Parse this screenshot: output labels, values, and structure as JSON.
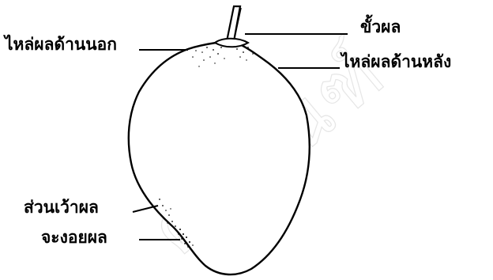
{
  "labels": {
    "stem": "ขั้วผล",
    "outer_shoulder": "ไหล่ผลด้านนอก",
    "inner_shoulder": "ไหล่ผลด้านหลัง",
    "sinus": "ส่วนเว้าผล",
    "beak": "จะงอยผล"
  },
  "colors": {
    "ink": "#000000",
    "background": "#ffffff",
    "watermark": "#e6e6e6"
  },
  "watermark": {
    "text": "ครุภัณฑ์"
  }
}
